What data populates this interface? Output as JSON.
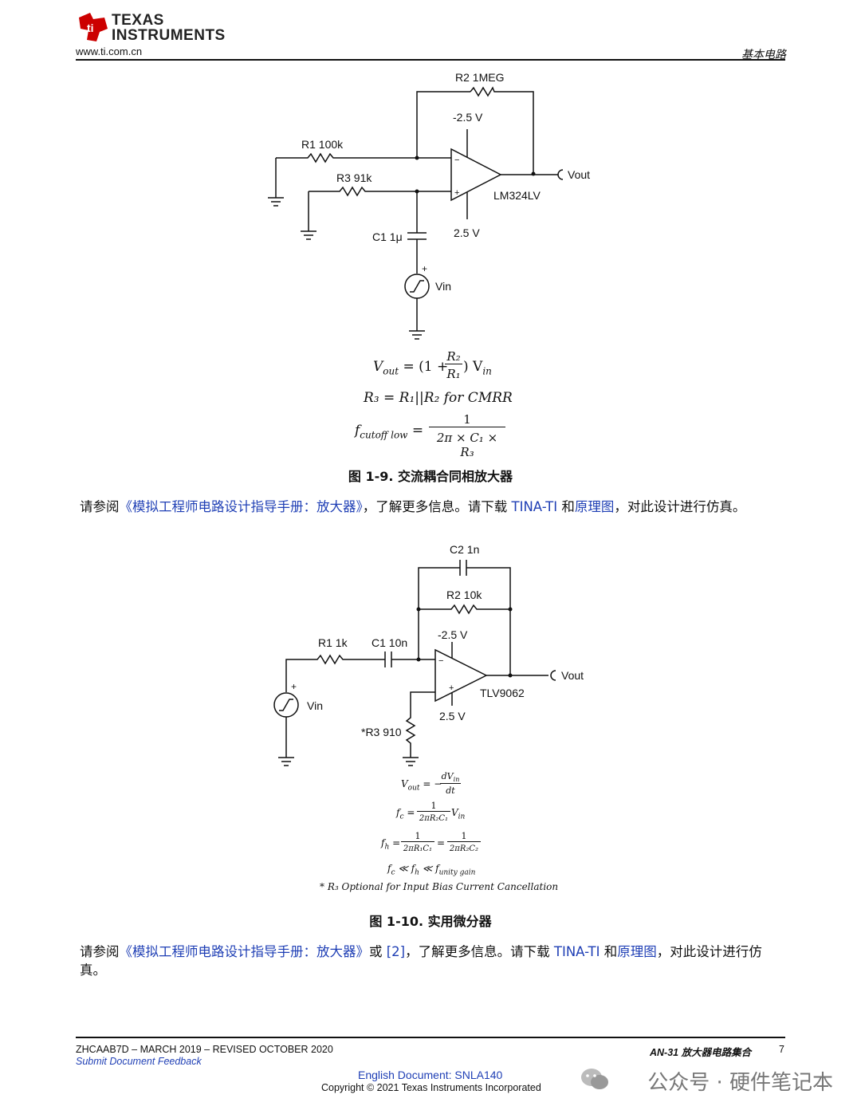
{
  "header": {
    "brand_line1": "TEXAS",
    "brand_line2": "INSTRUMENTS",
    "site": "www.ti.com.cn",
    "section": "基本电路"
  },
  "figure1": {
    "labels": {
      "r2": "R2 1MEG",
      "neg_supply": "-2.5 V",
      "r1": "R1 100k",
      "r3": "R3 91k",
      "vout": "Vout",
      "opamp": "LM324LV",
      "c1": "C1 1μ",
      "pos_supply": "2.5 V",
      "vin": "Vin",
      "plus": "+",
      "minus": "−"
    },
    "equations": {
      "eq1_lhs": "V",
      "eq1_lhs_sub": "out",
      "eq1_mid": "= (1 +",
      "eq1_num": "R₂",
      "eq1_den": "R₁",
      "eq1_rhs": ") V",
      "eq1_rhs_sub": "in",
      "eq2": "R₃ = R₁||R₂ for CMRR",
      "eq3_lhs": "f",
      "eq3_lhs_sub": "cutoff  low",
      "eq3_eq": "=",
      "eq3_num": "1",
      "eq3_den": "2π × C₁ × R₃"
    },
    "caption": "图 1-9. 交流耦合同相放大器"
  },
  "para1": {
    "p1": "请参阅",
    "link1": "《模拟工程师电路设计指导手册：放大器》",
    "p2": "，了解更多信息。请下载 ",
    "link2": "TINA-TI",
    "p3": " 和",
    "link3": "原理图",
    "p4": "，对此设计进行仿真。"
  },
  "figure2": {
    "labels": {
      "c2": "C2 1n",
      "r2": "R2 10k",
      "r1": "R1 1k",
      "c1": "C1 10n",
      "neg_supply": "-2.5 V",
      "vout": "Vout",
      "opamp": "TLV9062",
      "pos_supply": "2.5 V",
      "vin": "Vin",
      "r3": "*R3 910",
      "plus": "+",
      "minus": "−"
    },
    "equations": {
      "eq1_lhs": "V",
      "eq1_lhs_sub": "out",
      "eq1_mid": "= −",
      "eq1_num": "dV",
      "eq1_num_sub": "in",
      "eq1_den": "dt",
      "eq2_lhs": "f",
      "eq2_lhs_sub": "c",
      "eq2_num": "1",
      "eq2_den": "2πR₂C₁",
      "eq2_rhs": "V",
      "eq2_rhs_sub": "in",
      "eq3_lhs": "f",
      "eq3_lhs_sub": "h",
      "eq3_num1": "1",
      "eq3_den1": "2πR₁C₁",
      "eq3_num2": "1",
      "eq3_den2": "2πR₂C₂",
      "eq4": "f",
      "eq4_c": "c",
      "eq4_mid": " ≪ f",
      "eq4_h": "h",
      "eq4_mid2": " ≪ f",
      "eq4_u": "unity  gain",
      "eq5": "* R₃ Optional for Input Bias Current Cancellation"
    },
    "caption": "图 1-10. 实用微分器"
  },
  "para2": {
    "p1": "请参阅",
    "link1": "《模拟工程师电路设计指导手册：放大器》",
    "p2": "或 ",
    "link2": "[2]",
    "p3": "，了解更多信息。请下载 ",
    "link3": "TINA-TI",
    "p4": " 和",
    "link4": "原理图",
    "p5": "，对此设计进行仿真。"
  },
  "footer": {
    "doc_id": "ZHCAAB7D – MARCH 2019 – REVISED OCTOBER 2020",
    "feedback": "Submit Document Feedback",
    "doc_title": "AN-31 放大器电路集合",
    "page": "7",
    "english_doc": "English Document: SNLA140",
    "copyright": "Copyright © 2021 Texas Instruments Incorporated",
    "watermark": "公众号 · 硬件笔记本"
  },
  "colors": {
    "link": "#1f3fb5",
    "ti_red": "#cc0000"
  }
}
